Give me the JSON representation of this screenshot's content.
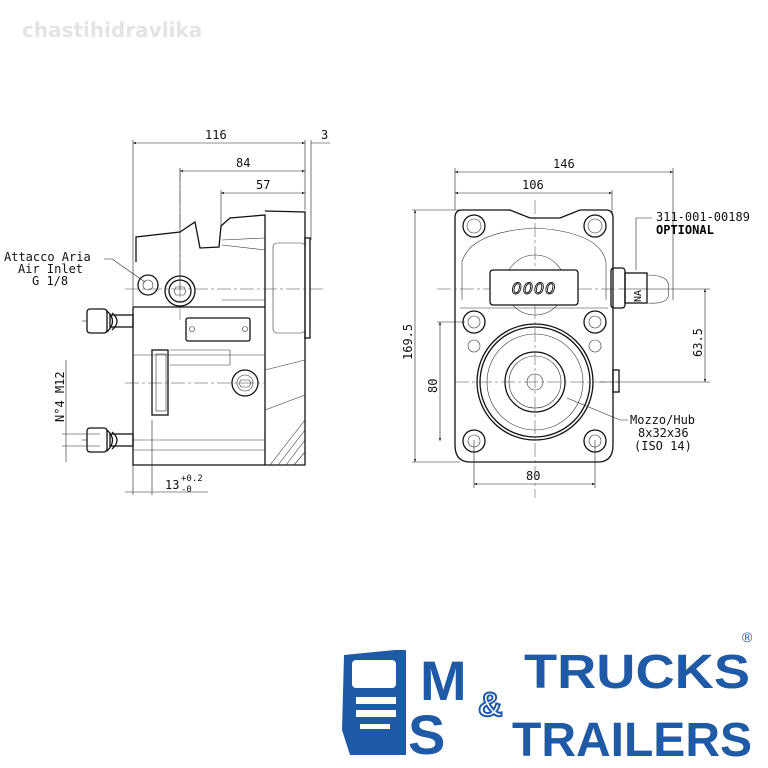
{
  "watermark": "chastihidravlika",
  "side_view": {
    "dim_overall": "116",
    "dim_flange": "3",
    "dim_84": "84",
    "dim_57": "57",
    "air_inlet_label": [
      "Attacco Aria",
      "Air Inlet",
      "G 1/8"
    ],
    "bolts_label": "N°4 M12",
    "dim_13": "13",
    "tol_plus": "+0.2",
    "tol_minus": "-0"
  },
  "front_view": {
    "dim_146": "146",
    "dim_106": "106",
    "dim_169_5": "169.5",
    "dim_80_v": "80",
    "dim_63_5": "63.5",
    "dim_80_h": "80",
    "part_number": "311-001-00189",
    "optional": "OPTIONAL",
    "valve_label": "NA",
    "plate_code": "0000",
    "hub_label": [
      "Mozzo/Hub",
      "8x32x36",
      "(ISO 14)"
    ]
  },
  "logo": {
    "m": "M",
    "s": "S",
    "trucks": "TRUCKS",
    "amp": "&",
    "trailers": "TRAILERS",
    "registered": "®",
    "color": "#1f5aa6"
  }
}
